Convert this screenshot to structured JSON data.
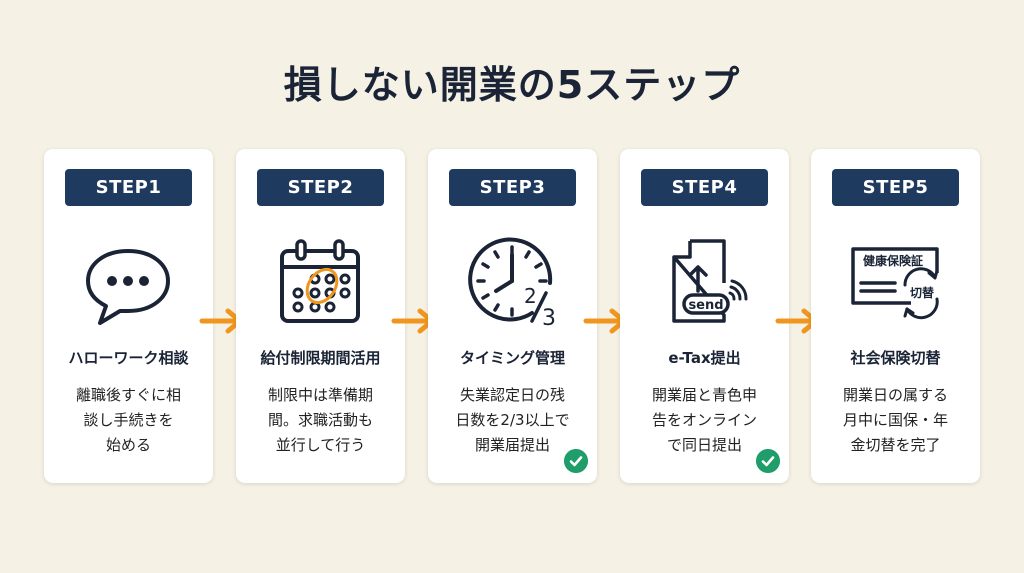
{
  "title": "損しない開業の5ステップ",
  "colors": {
    "background": "#f5f1e4",
    "badge": "#1f3a5f",
    "accent": "#f0961e",
    "check": "#1f9d6a",
    "ink": "#1b2436"
  },
  "steps": [
    {
      "badge": "STEP1",
      "icon": "speech-bubble-icon",
      "title": "ハローワーク相談",
      "desc": [
        "離職後すぐに相",
        "談し手続きを",
        "始める"
      ],
      "checked": false
    },
    {
      "badge": "STEP2",
      "icon": "calendar-icon",
      "title": "給付制限期間活用",
      "desc": [
        "制限中は準備期",
        "間。求職活動も",
        "並行して行う"
      ],
      "checked": false
    },
    {
      "badge": "STEP3",
      "icon": "clock-icon",
      "title": "タイミング管理",
      "icon_text": "2/3",
      "icon_num": "2",
      "icon_den": "3",
      "desc": [
        "失業認定日の残",
        "日数を2/3以上で",
        "開業届提出"
      ],
      "checked": true
    },
    {
      "badge": "STEP4",
      "icon": "document-send-icon",
      "title": "e-Tax提出",
      "icon_text": "send",
      "desc": [
        "開業届と青色申",
        "告をオンライン",
        "で同日提出"
      ],
      "checked": true
    },
    {
      "badge": "STEP5",
      "icon": "insurance-card-icon",
      "title": "社会保険切替",
      "icon_text": "健康保険証",
      "icon_text2": "切替",
      "desc": [
        "開業日の属する",
        "月中に国保・年",
        "金切替を完了"
      ],
      "checked": false
    }
  ]
}
